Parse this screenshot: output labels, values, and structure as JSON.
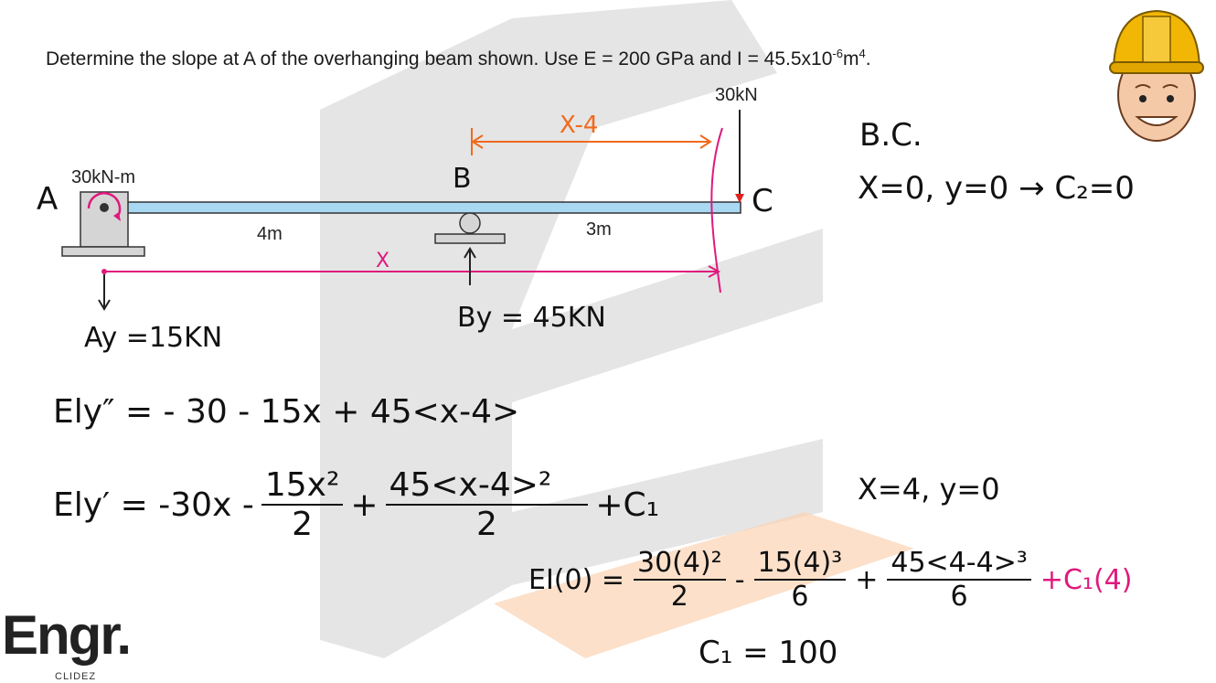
{
  "problem": {
    "text_before": "Determine the slope at A of the overhanging beam shown. Use E = 200 GPa and I = 45.5x10",
    "exp1": "-6",
    "text_mid": "m",
    "exp2": "4",
    "text_end": "."
  },
  "diagram": {
    "load_label": "30kN",
    "moment_label": "30kN-m",
    "point_a": "A",
    "point_b": "B",
    "point_c": "C",
    "span1": "4m",
    "span2": "3m",
    "x_label": "X",
    "x_minus_4_label": "X-4",
    "reaction_a": "Ay =15KN",
    "reaction_b": "By = 45KN"
  },
  "equations": {
    "eq1": "Ely″ = - 30 - 15x + 45<x-4>",
    "eq2_lhs": "Ely′ = -30x -",
    "eq2_frac1_num": "15x²",
    "eq2_frac1_den": "2",
    "eq2_plus": "+",
    "eq2_frac2_num": "45<x-4>²",
    "eq2_frac2_den": "2",
    "eq2_tail": "+C₁"
  },
  "boundary_conditions": {
    "title": "B.C.",
    "bc1": "X=0, y=0 → C₂=0",
    "bc2": "X=4, y=0"
  },
  "solution": {
    "lhs": "EI(0) =",
    "frac1_num": "30(4)²",
    "frac1_den": "2",
    "minus": "-",
    "frac2_num": "15(4)³",
    "frac2_den": "6",
    "plus": "+",
    "frac3_num": "45<4-4>³",
    "frac3_den": "6",
    "tail": "+C₁(4)",
    "result": "C₁ = 100"
  },
  "branding": {
    "logo": "Engr.",
    "name": "CLIDEZ"
  },
  "colors": {
    "beam": "#a9d9f2",
    "pink": "#e0197d",
    "orange": "#f06a1d",
    "watermark_gray": "#d9d9d9",
    "watermark_orange": "#fbd3b4",
    "helmet": "#f2b705"
  }
}
